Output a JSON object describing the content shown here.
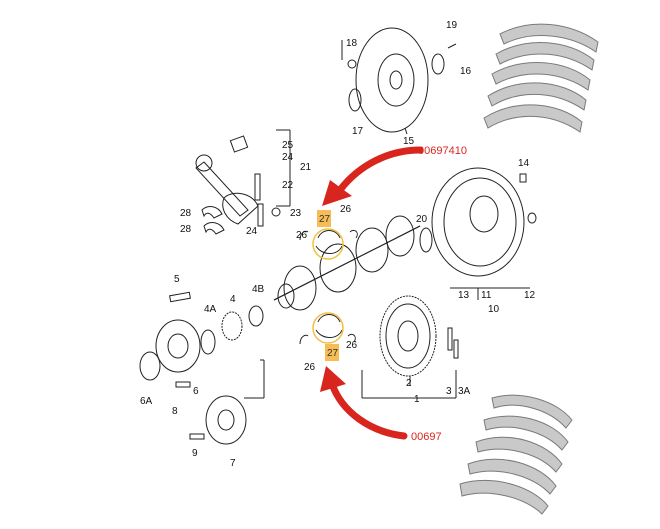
{
  "callouts": {
    "top_code": "00697410",
    "bottom_code": "00697",
    "highlight_top": "27",
    "highlight_bottom": "27"
  },
  "labels": {
    "p1": "1",
    "p2": "2",
    "p3": "3",
    "p3a": "3A",
    "p4": "4",
    "p4a": "4A",
    "p4b": "4B",
    "p5": "5",
    "p6": "6",
    "p6a": "6A",
    "p7": "7",
    "p8": "8",
    "p9": "9",
    "p10": "10",
    "p11": "11",
    "p12": "12",
    "p13": "13",
    "p14": "14",
    "p15": "15",
    "p16": "16",
    "p17": "17",
    "p18": "18",
    "p19": "19",
    "p20": "20",
    "p21": "21",
    "p22": "22",
    "p23": "23",
    "p24a": "24",
    "p24b": "24",
    "p25": "25",
    "p26a": "26",
    "p26b": "26",
    "p26c": "26",
    "p26d": "26",
    "p28a": "28",
    "p28b": "28"
  },
  "colors": {
    "accent_red": "#d8261f",
    "highlight": "#f4b23a"
  }
}
